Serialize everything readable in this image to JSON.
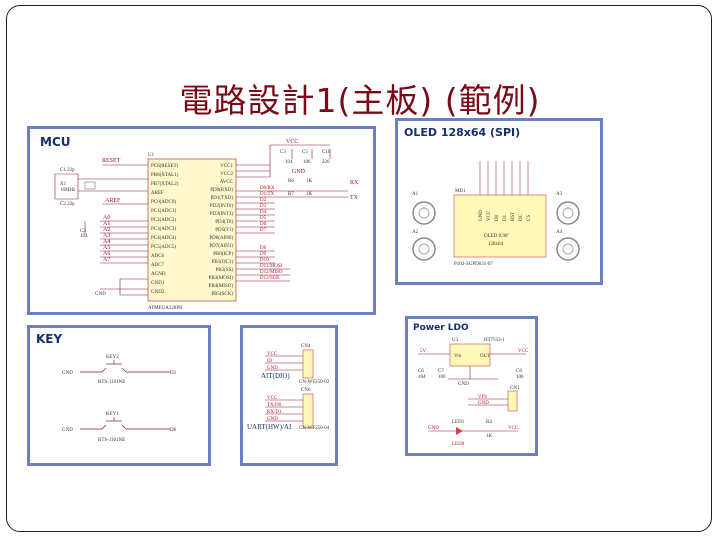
{
  "slide": {
    "title": "電路設計1(主板) (範例)"
  },
  "mcu": {
    "title": "MCU",
    "chip_ref": "U1",
    "chip_part": "ATMEGA328PB",
    "left_pins": [
      "PC6(RESET)",
      "PB6(XTAL1)",
      "PB7(XTAL2)",
      "AREF",
      "PC0(ADC0)",
      "PC1(ADC1)",
      "PC2(ADC2)",
      "PC3(ADC3)",
      "PC4(ADC4)",
      "PC5(ADC5)",
      "ADC6",
      "ADC7",
      "AGND",
      "GND1",
      "GND2"
    ],
    "right_pins": [
      "VCC1",
      "VCC2",
      "AVCC",
      "PD0(RXD)",
      "PD1(TXD)",
      "PD2(INT0)",
      "PD3(INT1)",
      "PD4(T0)",
      "PD5(T1)",
      "PD6(AIN0)",
      "PD7(AIN1)",
      "PB0(ICP)",
      "PB1(OC1)",
      "PB2(SS)",
      "PB3(MOSI)",
      "PB4(MISO)",
      "PB5(SCK)"
    ],
    "labels": [
      "RESET",
      "A0",
      "A1",
      "A2",
      "A3",
      "A4",
      "A5",
      "A6",
      "A7",
      "AREF",
      "GND",
      "VCC",
      "RX",
      "TX",
      "X1",
      "16MHz",
      "C1",
      "C2",
      "C3",
      "C4",
      "C5",
      "C10",
      "22p",
      "22p",
      "104",
      "R6",
      "R7",
      "1K",
      "1K",
      "D0/RX",
      "D1/TX",
      "D2",
      "D3",
      "D4",
      "D5",
      "D6",
      "D7",
      "D8",
      "D9",
      "D10",
      "D11/MOSI",
      "D12/MISO",
      "D13/SCK"
    ]
  },
  "oled": {
    "title": "OLED 128x64 (SPI)",
    "module": "OLED 0.96\"",
    "size": "128x64",
    "ref": "MD1",
    "part": "P102-SGPD031-07",
    "holes": [
      "A1",
      "A2",
      "A3",
      "A4"
    ],
    "pins": [
      "GND",
      "VCC",
      "D0",
      "D1",
      "RST",
      "DC",
      "CS"
    ]
  },
  "key": {
    "title": "KEY",
    "switches": [
      {
        "ref": "KEY2",
        "part": "BTS-1101NE",
        "left": "GND",
        "right": "D2"
      },
      {
        "ref": "KEY1",
        "part": "BTS-1101NE",
        "left": "GND",
        "right": "D6"
      }
    ]
  },
  "conn": {
    "top_ref": "CN4",
    "top_label": "AIT(DIO)",
    "top_part": "CN-WF250-03",
    "top_pins": [
      "VCC",
      "IO",
      "GND"
    ],
    "bottom_ref": "CN6",
    "bottom_label": "UART(HW)/AI",
    "bottom_part": "CN-WF250-04",
    "bottom_pins": [
      "VCC",
      "TX/D0",
      "RX/D1",
      "GND"
    ]
  },
  "power": {
    "title": "Power LDO",
    "reg_ref": "U3",
    "reg_part": "HT7533-1",
    "labels": [
      "5V",
      "VCC",
      "Vin",
      "OUT",
      "GND",
      "C6",
      "C7",
      "C8",
      "104",
      "106",
      "106",
      "CN1",
      "VIN",
      "GND",
      "LED1",
      "R4",
      "1K",
      "GND",
      "VCC",
      "LED0"
    ]
  }
}
